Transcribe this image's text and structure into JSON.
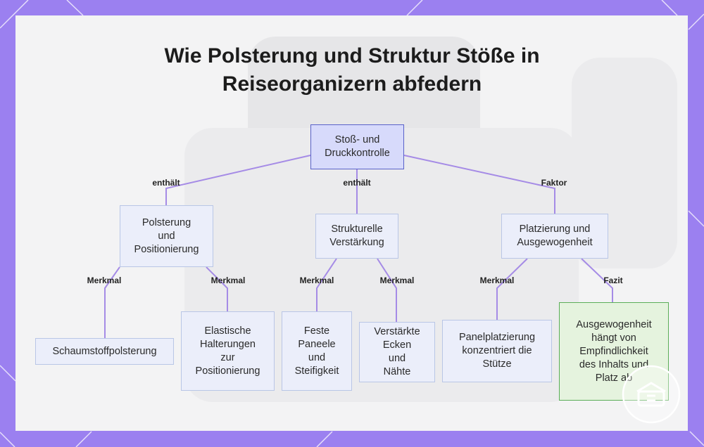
{
  "title_line1": "Wie Polsterung und Struktur Stöße in",
  "title_line2": "Reiseorganizern abfedern",
  "colors": {
    "frame": "#9b80f0",
    "edge": "#a58be6",
    "root_fill": "#d7dafb",
    "root_border": "#5961c9",
    "node_fill": "#ebeefa",
    "node_border": "#b9c6e6",
    "conclusion_fill": "#e5f3de",
    "conclusion_border": "#5bae58"
  },
  "nodes": {
    "root": [
      "Stoß- und",
      "Druckkontrolle"
    ],
    "polsterung": [
      "Polsterung",
      "und",
      "Positionierung"
    ],
    "strukturelle": [
      "Strukturelle",
      "Verstärkung"
    ],
    "platzierung": [
      "Platzierung und",
      "Ausgewogenheit"
    ],
    "schaumstoff": [
      "Schaumstoffpolsterung"
    ],
    "halterungen": [
      "Elastische",
      "Halterungen",
      "zur",
      "Positionierung"
    ],
    "paneele": [
      "Feste",
      "Paneele",
      "und",
      "Steifigkeit"
    ],
    "ecken": [
      "Verstärkte",
      "Ecken",
      "und",
      "Nähte"
    ],
    "panelplatzierung": [
      "Panelplatzierung",
      "konzentriert die",
      "Stütze"
    ],
    "fazit": [
      "Ausgewogenheit",
      "hängt von",
      "Empfindlichkeit",
      "des Inhalts und",
      "Platz ab"
    ]
  },
  "edge_labels": {
    "root_polsterung": "enthält",
    "root_strukturelle": "enthält",
    "root_platzierung": "Faktor",
    "polsterung_schaumstoff": "Merkmal",
    "polsterung_halterungen": "Merkmal",
    "strukturelle_paneele": "Merkmal",
    "strukturelle_ecken": "Merkmal",
    "platzierung_panel": "Merkmal",
    "platzierung_fazit": "Fazit"
  },
  "badge_icon": "luggage-logo-icon"
}
